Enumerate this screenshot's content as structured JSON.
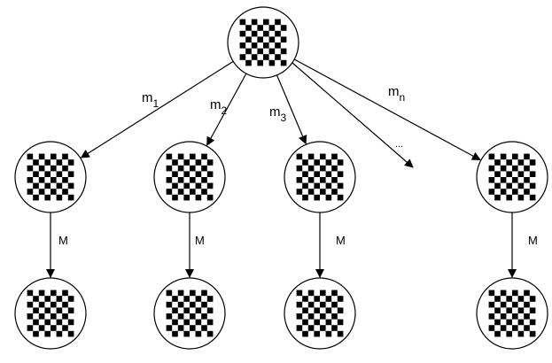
{
  "diagram": {
    "root": {
      "icon": "checkerboard-icon"
    },
    "children": [
      {
        "edge_label": "m",
        "edge_subscript": "1",
        "step_label": "M",
        "icon": "checkerboard-icon"
      },
      {
        "edge_label": "m",
        "edge_subscript": "2",
        "step_label": "M",
        "icon": "checkerboard-icon"
      },
      {
        "edge_label": "m",
        "edge_subscript": "3",
        "step_label": "M",
        "icon": "checkerboard-icon"
      },
      {
        "edge_label": "m",
        "edge_subscript": "n",
        "step_label": "M",
        "icon": "checkerboard-icon"
      }
    ],
    "ellipsis": "..."
  },
  "colors": {
    "stroke": "#000000",
    "node_fill": "#ffffff",
    "square": "#000000"
  }
}
